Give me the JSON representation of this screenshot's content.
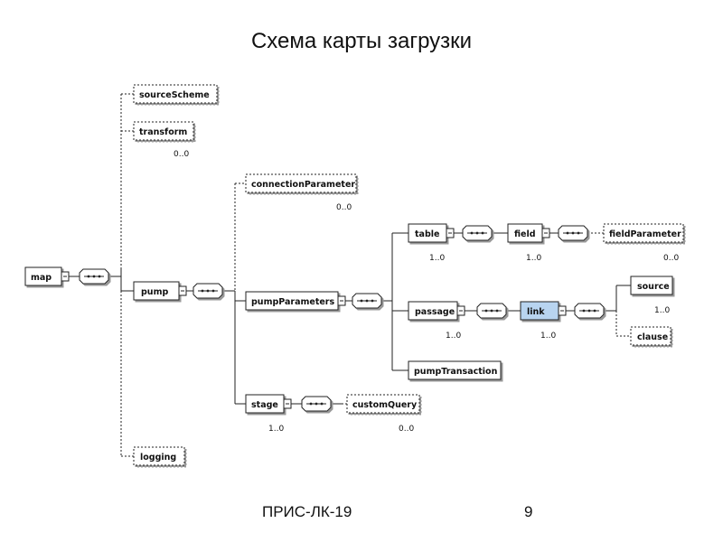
{
  "slide": {
    "title": "Схема карты загрузки",
    "footer_left": "ПРИС-ЛК-19",
    "page_number": "9"
  },
  "diagram": {
    "nodes": {
      "map": "map",
      "sourceScheme": "sourceScheme",
      "transform": "transform",
      "pump": "pump",
      "logging": "logging",
      "connectionParameter": "connectionParameter",
      "pumpParameters": "pumpParameters",
      "stage": "stage",
      "customQuery": "customQuery",
      "table": "table",
      "field": "field",
      "fieldParameter": "fieldParameter",
      "passage": "passage",
      "link": "link",
      "source": "source",
      "clause": "clause",
      "pumpTransaction": "pumpTransaction"
    },
    "multiplicity": {
      "transform": "0..0",
      "connectionParameter": "0..0",
      "table": "1..0",
      "field": "1..0",
      "fieldParameter": "0..0",
      "passage": "1..0",
      "link": "1..0",
      "source": "1..0",
      "stage": "1..0",
      "customQuery": "0..0"
    },
    "highlight_color": "#b8d4f0"
  }
}
